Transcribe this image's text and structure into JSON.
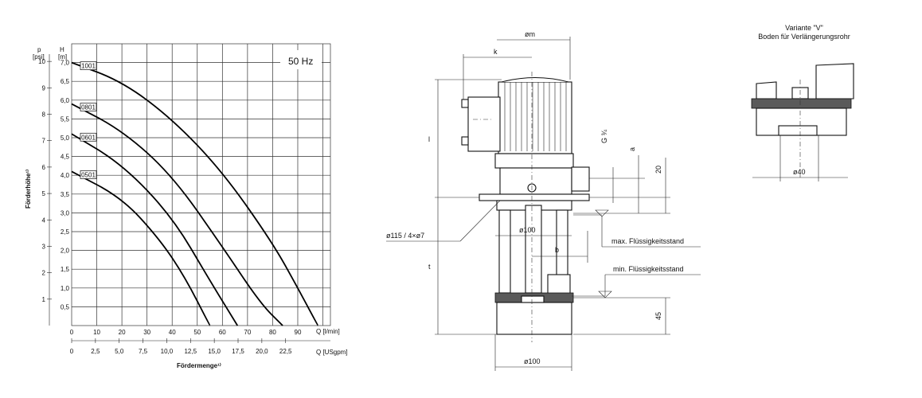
{
  "chart_data": {
    "type": "line",
    "title": "50 Hz",
    "ylabel": "Förderhöhe¹⁾",
    "xlabel": "Fördermenge¹⁾",
    "y_unit_m": "H\n[m]",
    "y_unit_m_top": "H",
    "y_unit_m_bottom": "[m]",
    "y_unit_psi_top": "p",
    "y_unit_psi_bottom": "[psi]",
    "x_unit_lmin": "Q [l/min]",
    "x_unit_usgpm": "Q [USgpm]",
    "ylim": [
      0,
      7.5
    ],
    "xlim": [
      0,
      103
    ],
    "y_ticks_m": [
      "0,5",
      "1,0",
      "1,5",
      "2,0",
      "2,5",
      "3,0",
      "3,5",
      "4,0",
      "4,5",
      "5,0",
      "5,5",
      "6,0",
      "6,5",
      "7,0"
    ],
    "y_ticks_psi": [
      "1",
      "2",
      "3",
      "4",
      "5",
      "6",
      "7",
      "8",
      "9",
      "10"
    ],
    "x_ticks_lmin": [
      "0",
      "10",
      "20",
      "30",
      "40",
      "50",
      "60",
      "70",
      "80",
      "90"
    ],
    "x_ticks_usgpm": [
      "0",
      "2,5",
      "5,0",
      "7,5",
      "10,0",
      "12,5",
      "15,0",
      "17,5",
      "20,0",
      "22,5"
    ],
    "series": [
      {
        "name": "1001",
        "x": [
          0,
          20,
          40,
          60,
          80,
          90,
          98
        ],
        "y": [
          7.0,
          6.5,
          5.5,
          4.1,
          2.2,
          1.0,
          0
        ]
      },
      {
        "name": "0801",
        "x": [
          0,
          20,
          40,
          60,
          75,
          84
        ],
        "y": [
          5.9,
          5.2,
          4.0,
          2.1,
          0.6,
          0
        ]
      },
      {
        "name": "0601",
        "x": [
          0,
          20,
          40,
          55,
          66
        ],
        "y": [
          5.1,
          4.3,
          2.9,
          1.2,
          0
        ]
      },
      {
        "name": "0501",
        "x": [
          0,
          20,
          35,
          45,
          55
        ],
        "y": [
          4.1,
          3.4,
          2.3,
          1.3,
          0
        ]
      }
    ]
  },
  "drawing": {
    "dims": {
      "om": "øm",
      "k": "k",
      "l": "l",
      "g": "G ¾",
      "a": "a",
      "d20": "20",
      "flange": "ø115 / 4×ø7",
      "d100_top": "ø100",
      "b": "b",
      "t": "t",
      "d45": "45",
      "d100_bottom": "ø100"
    },
    "labels": {
      "max_level": "max. Flüssigkeitsstand",
      "min_level": "min. Flüssigkeitsstand"
    }
  },
  "variant": {
    "title_line1": "Variante \"V\"",
    "title_line2": "Boden für Verlängerungsrohr",
    "d40": "ø40"
  }
}
